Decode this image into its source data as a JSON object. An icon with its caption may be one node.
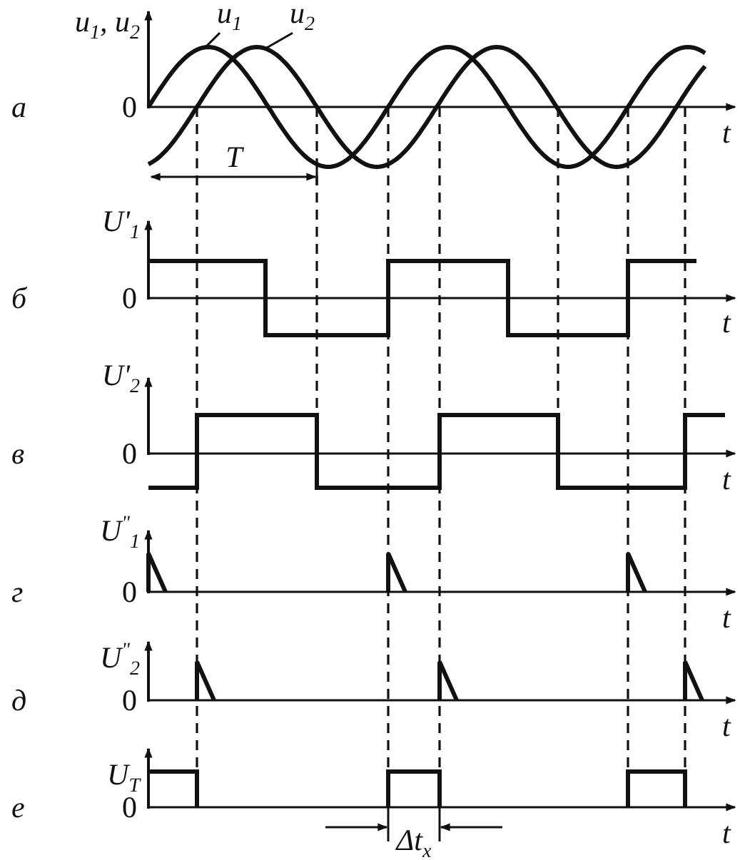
{
  "diagram": {
    "nodes": [
      {
        "text": [
          "u$_{1}$"
        ]
      },
      {
        "text": [
          "u$_{2}$"
        ]
      },
      {
        "text": [],
        "shape": "curve"
      },
      {
        "text": [],
        "shape": "curve"
      }
    ],
    "edges": [
      {
        "from": 0,
        "to": 2,
        "arrow": "none"
      },
      {
        "from": 1,
        "to": 3,
        "arrow": "none"
      }
    ],
    "labels": [
      "u$_{1}$, u$_{2}$",
      "а",
      "0",
      "t",
      "T",
      "U'$_{1}$",
      "б",
      "0",
      "t",
      "U'$_{2}$",
      "в",
      "0",
      "t",
      "U$^{\"}$$_{1}$",
      "г",
      "0",
      "t",
      "U$^{\"}$$_{2}$",
      "д",
      "0",
      "t",
      "U$_{T}$",
      "е",
      "0",
      "t",
      "Δt$_{x}$"
    ]
  }
}
